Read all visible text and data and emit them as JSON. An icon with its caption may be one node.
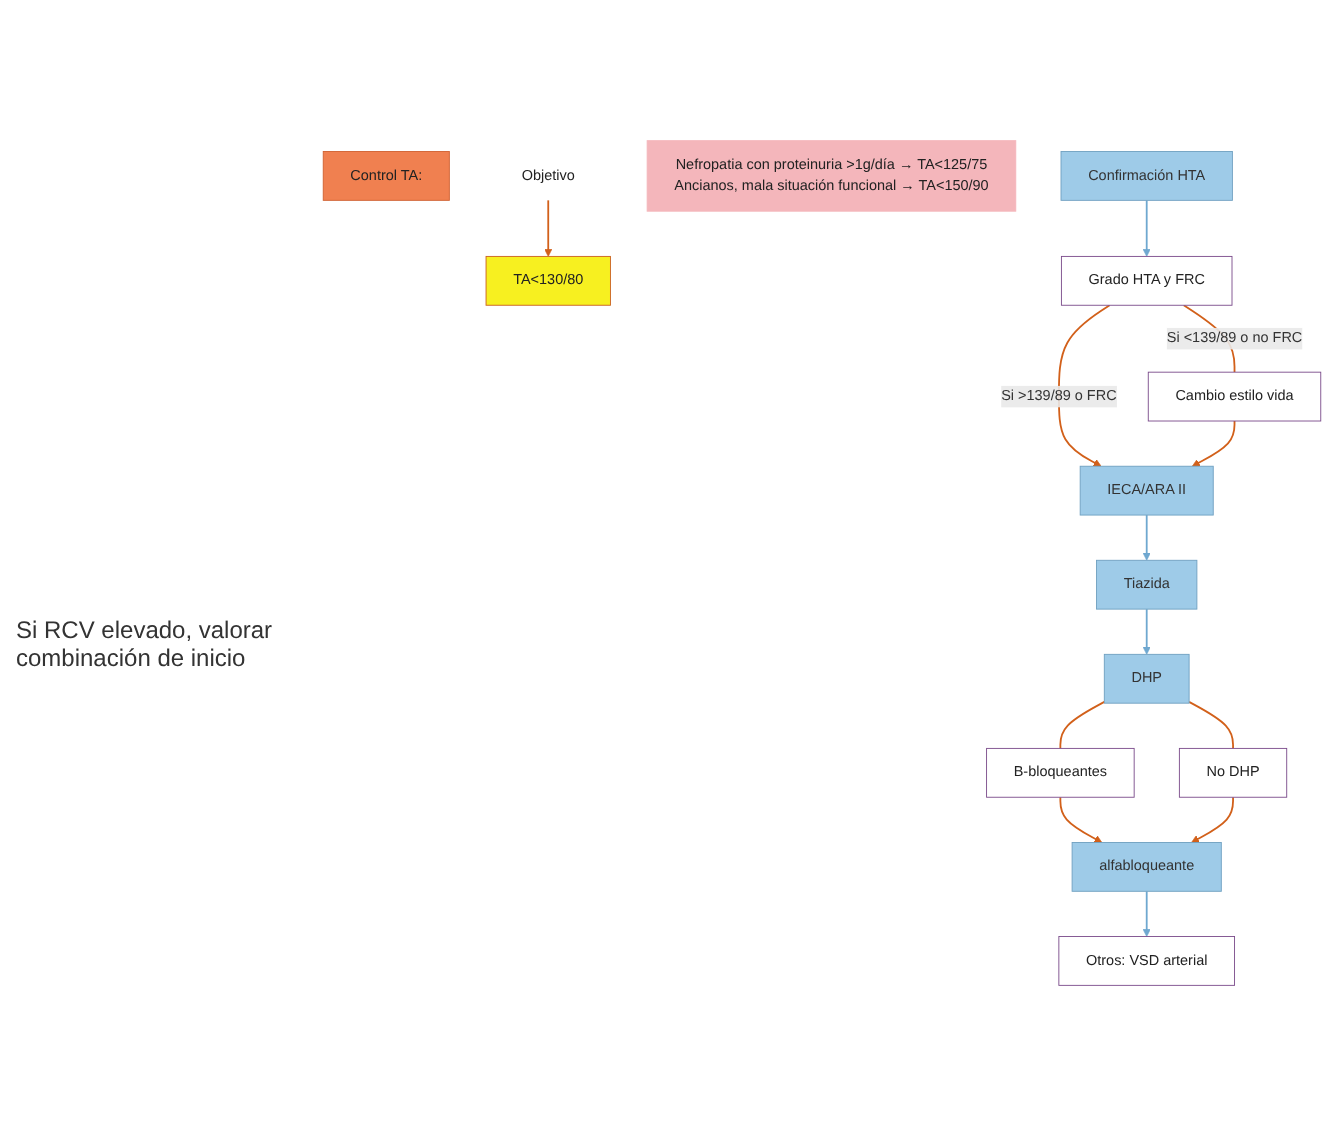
{
  "diagram": {
    "nodes": [
      {
        "text": [
          "Control TA:"
        ]
      },
      {
        "text": [
          "Objetivo"
        ]
      },
      {
        "text": [
          "TA<130/80"
        ]
      },
      {
        "text": [
          "Nefropatia con proteinuria >1g/día → TA<125/75",
          "Ancianos, mala situación funcional → TA<150/90"
        ]
      },
      {
        "text": [
          "Confirmación HTA"
        ]
      },
      {
        "text": [
          "Grado HTA y FRC"
        ]
      },
      {
        "text": [
          "Cambio estilo vida"
        ]
      },
      {
        "text": [
          "IECA/ARA II"
        ]
      },
      {
        "text": [
          "Tiazida"
        ]
      },
      {
        "text": [
          "DHP"
        ]
      },
      {
        "text": [
          "B-bloqueantes"
        ]
      },
      {
        "text": [
          "No DHP"
        ]
      },
      {
        "text": [
          "alfabloqueante"
        ]
      },
      {
        "text": [
          "Otros: VSD arterial"
        ]
      }
    ],
    "edges": [
      {
        "from": 1,
        "to": 2,
        "arrow": "to"
      },
      {
        "from": 4,
        "to": 5,
        "arrow": "to",
        "color": "#6fa8d0"
      },
      {
        "from": 5,
        "to": 7,
        "arrow": "to",
        "label": "Si >139/89 o FRC"
      },
      {
        "from": 5,
        "to": 6,
        "arrow": "none",
        "label": "Si <139/89 o no FRC"
      },
      {
        "from": 6,
        "to": 7,
        "arrow": "to"
      },
      {
        "from": 7,
        "to": 8,
        "arrow": "to",
        "color": "#6fa8d0"
      },
      {
        "from": 8,
        "to": 9,
        "arrow": "to",
        "color": "#6fa8d0"
      },
      {
        "from": 9,
        "to": 10,
        "arrow": "none"
      },
      {
        "from": 9,
        "to": 11,
        "arrow": "none"
      },
      {
        "from": 10,
        "to": 12,
        "arrow": "to"
      },
      {
        "from": 11,
        "to": 12,
        "arrow": "to"
      },
      {
        "from": 12,
        "to": 13,
        "arrow": "to",
        "color": "#6fa8d0"
      }
    ],
    "labels": [
      "Si RCV elevado, valorar combinación de inicio"
    ]
  }
}
